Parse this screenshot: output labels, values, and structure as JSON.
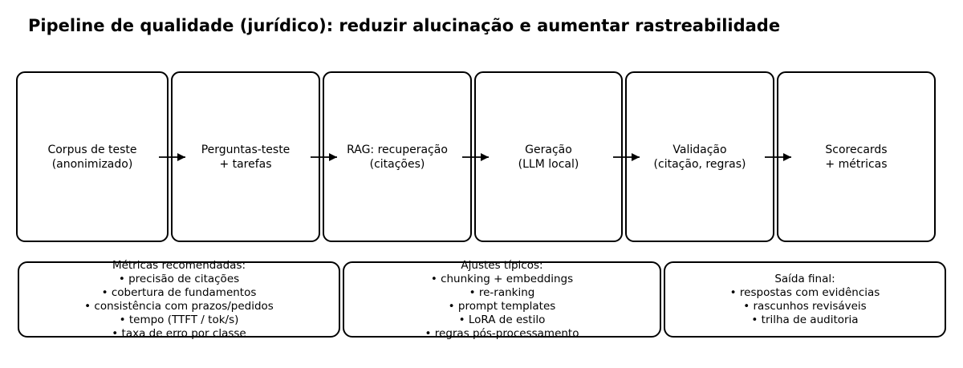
{
  "title": "Pipeline de qualidade (jurídico): reduzir alucinação e aumentar rastreabilidade",
  "pipeline": {
    "stages": [
      {
        "label": "Corpus de teste\n(anonimizado)"
      },
      {
        "label": "Perguntas-teste\n+ tarefas"
      },
      {
        "label": "RAG: recuperação\n(citações)"
      },
      {
        "label": "Geração\n(LLM local)"
      },
      {
        "label": "Validação\n(citação, regras)"
      },
      {
        "label": "Scorecards\n+ métricas"
      }
    ]
  },
  "notes": [
    {
      "heading": "Métricas recomendadas:",
      "items": [
        "• precisão de citações",
        "• cobertura de fundamentos",
        "• consistência com prazos/pedidos",
        "• tempo (TTFT / tok/s)",
        "• taxa de erro por classe"
      ]
    },
    {
      "heading": "Ajustes típicos:",
      "items": [
        "• chunking + embeddings",
        "• re-ranking",
        "• prompt templates",
        "• LoRA de estilo",
        "• regras pós-processamento"
      ]
    },
    {
      "heading": "Saída final:",
      "items": [
        "• respostas com evidências",
        "• rascunhos revisáveis",
        "• trilha de auditoria"
      ]
    }
  ],
  "colors": {
    "background": "#ffffff",
    "stroke": "#000000",
    "text": "#000000"
  }
}
